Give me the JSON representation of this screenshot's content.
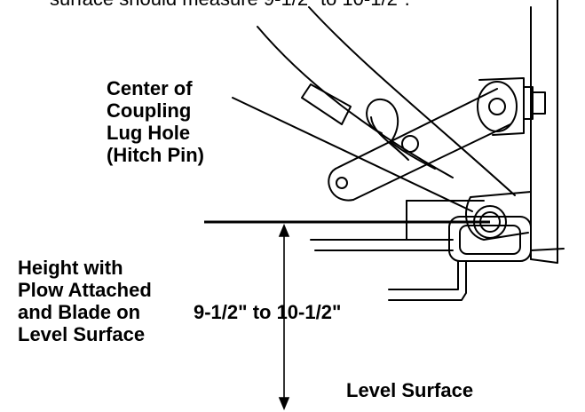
{
  "instruction_fragment": "surface should measure 9-1/2\" to 10-1/2\".",
  "labels": {
    "coupling_center": [
      "Center of",
      "Coupling",
      "Lug Hole",
      "(Hitch Pin)"
    ],
    "height_note": [
      "Height with",
      "Plow Attached",
      "and Blade on",
      "Level Surface"
    ],
    "dimension": "9-1/2\" to 10-1/2\"",
    "ground": "Level Surface"
  },
  "colors": {
    "ink": "#000000",
    "paper": "#ffffff"
  }
}
